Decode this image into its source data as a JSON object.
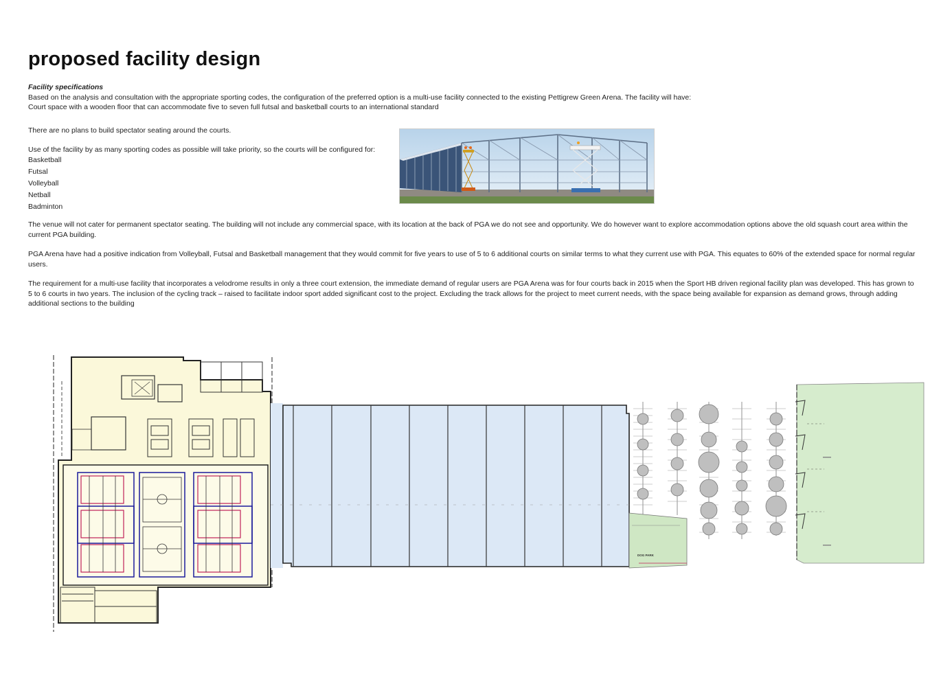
{
  "title": "proposed facility design",
  "specs": {
    "heading": "Facility specifications",
    "intro": "Based on the analysis and consultation with the appropriate sporting codes, the configuration of the preferred option is a multi-use facility connected to the existing Pettigrew Green Arena. The facility will have:",
    "court_line": "Court space with a wooden floor that can accommodate five to seven full futsal and basketball courts to an international standard"
  },
  "seating_note": "There are no plans to build spectator seating around the courts.",
  "codes_intro": "Use of the facility by as many sporting codes as possible will take priority, so the courts will be configured for:",
  "codes": [
    "Basketball",
    "Futsal",
    "Volleyball",
    "Netball",
    "Badminton"
  ],
  "para_venue": "The venue will not cater for permanent spectator seating. The building will not include any commercial space, with its location at the back of PGA we do not see and opportunity. We do however want to explore accommodation options above the old squash court area within the current PGA building.",
  "para_pga": "PGA Arena have had a positive indication from Volleyball, Futsal and Basketball management that they would commit for five years to use of 5 to 6 additional courts on similar terms to what they current use with PGA. This equates to 60% of the extended space for normal regular users.",
  "para_requirement": "The requirement for a multi-use facility that incorporates a velodrome results in only a three court extension, the immediate demand of regular users are PGA Arena was for four courts back in 2015 when the Sport HB driven regional facility plan was developed. This has grown to 5 to 6 courts in two years.  The inclusion of the cycling track – raised to facilitate indoor sport added significant cost to the project. Excluding the track allows for the project to meet current needs, with the space being available for expansion as demand grows, through adding additional sections to the building",
  "plan": {
    "dog_park_label": "DOG PARK"
  },
  "colors": {
    "existing_building": "#fbf8da",
    "extension": "#dce8f6",
    "green_area": "#d6eccd",
    "court_blue": "#1a1a9a",
    "court_red": "#c0205a"
  }
}
